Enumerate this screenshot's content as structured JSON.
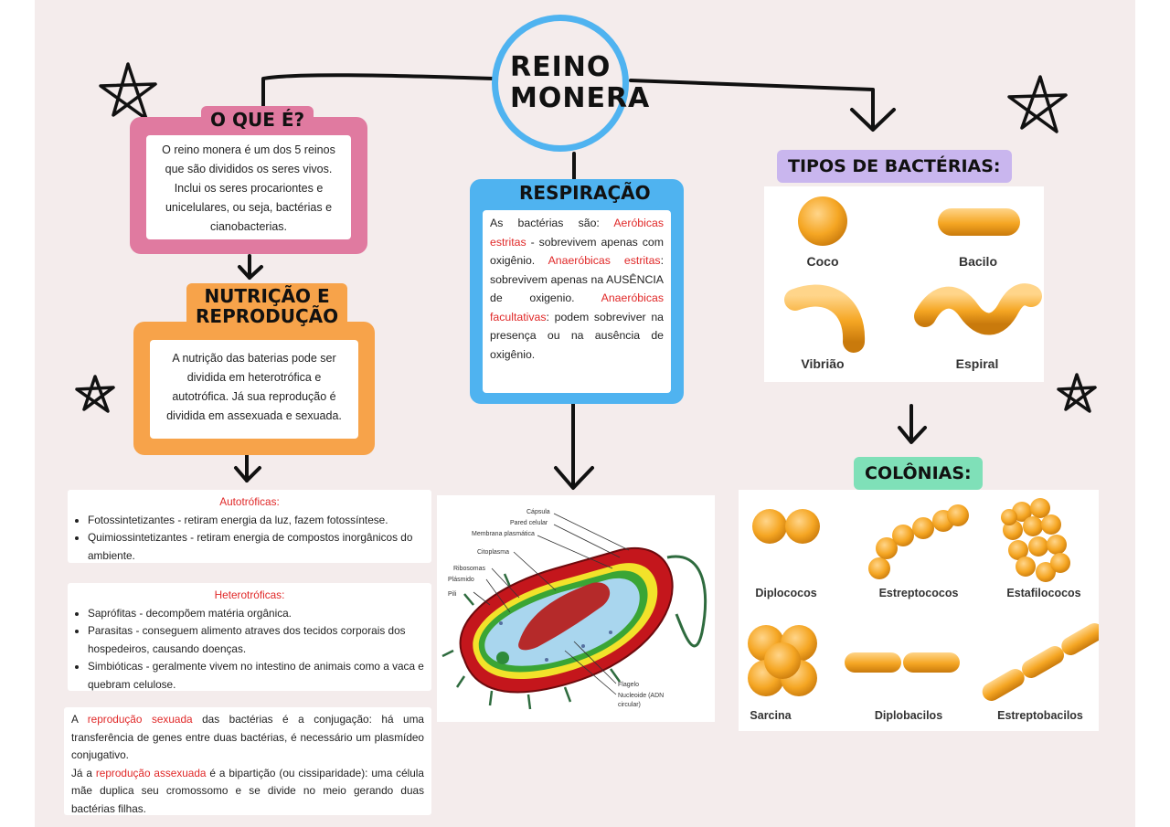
{
  "title": "REINO MONERA",
  "oque": {
    "tag": "O QUE É?",
    "text": "O reino monera é um dos 5 reinos que são divididos os seres vivos. Inclui  os seres procariontes e unicelulares, ou seja, bactérias e cianobacterias."
  },
  "nutricao": {
    "tag_line1": "NUTRIÇÃO E",
    "tag_line2": "REPRODUÇÃO",
    "text": "A nutrição das baterias pode ser dividida em heterotrófica e autotrófica. Já sua reprodução é dividida em assexuada e sexuada."
  },
  "respiracao": {
    "tag": "RESPIRAÇÃO",
    "p1": "As bactérias são: ",
    "t1": "Aeróbicas estritas",
    "p2": " - sobrevivem apenas com oxigênio. ",
    "t2": "Anaeróbicas estritas",
    "p3": ": sobrevivem apenas na AUSÊNCIA de oxigenio. ",
    "t3": "Anaeróbicas facultativas",
    "p4": ": podem sobreviver na presença ou na ausência de oxigênio."
  },
  "autotroficas": {
    "heading": "Autotróficas:",
    "items": [
      "Fotossintetizantes - retiram energia da luz, fazem fotossíntese.",
      "Quimiossintetizantes - retiram energia de compostos inorgânicos do ambiente."
    ]
  },
  "heterotroficas": {
    "heading": "Heterotróficas:",
    "items": [
      "Saprófitas - decompõem matéria orgânica.",
      "Parasitas - conseguem alimento atraves dos tecidos corporais dos hospedeiros, causando doenças.",
      "Simbióticas - geralmente vivem no intestino de animais como a vaca e quebram celulose."
    ]
  },
  "reproducao": {
    "a1": "A ",
    "r1": "reprodução sexuada",
    "a2": " das bactérias é a conjugação: há uma transferência de genes entre duas bactérias, é necessário um plasmídeo conjugativo.",
    "b1": "Já a ",
    "r2": "reprodução assexuada",
    "b2": " é a bipartição (ou cissiparidade): uma célula mãe duplica seu cromossomo e se divide no meio gerando duas bactérias filhas."
  },
  "tipos": {
    "tag": "TIPOS DE BACTÉRIAS:",
    "labels": [
      "Coco",
      "Bacilo",
      "Vibrião",
      "Espiral"
    ]
  },
  "colonias": {
    "tag": "COLÔNIAS:",
    "labels": [
      "Diplococos",
      "Estreptococos",
      "Estafilococos",
      "Sarcina",
      "Diplobacilos",
      "Estreptobacilos"
    ]
  },
  "cell_labels": [
    "Cápsula",
    "Pared celular",
    "Membrana plasmática",
    "Citoplasma",
    "Ribosomas",
    "Plásmido",
    "Pili",
    "Flagelo",
    "Nucleoide (ADN",
    "circular)"
  ],
  "colors": {
    "blue": "#4fb3f0",
    "pink": "#e07aa0",
    "orange": "#f7a34a",
    "purple": "#c9b6ee",
    "green": "#7fe0b8",
    "red_text": "#e02828",
    "bacteria": "#f5a623"
  }
}
